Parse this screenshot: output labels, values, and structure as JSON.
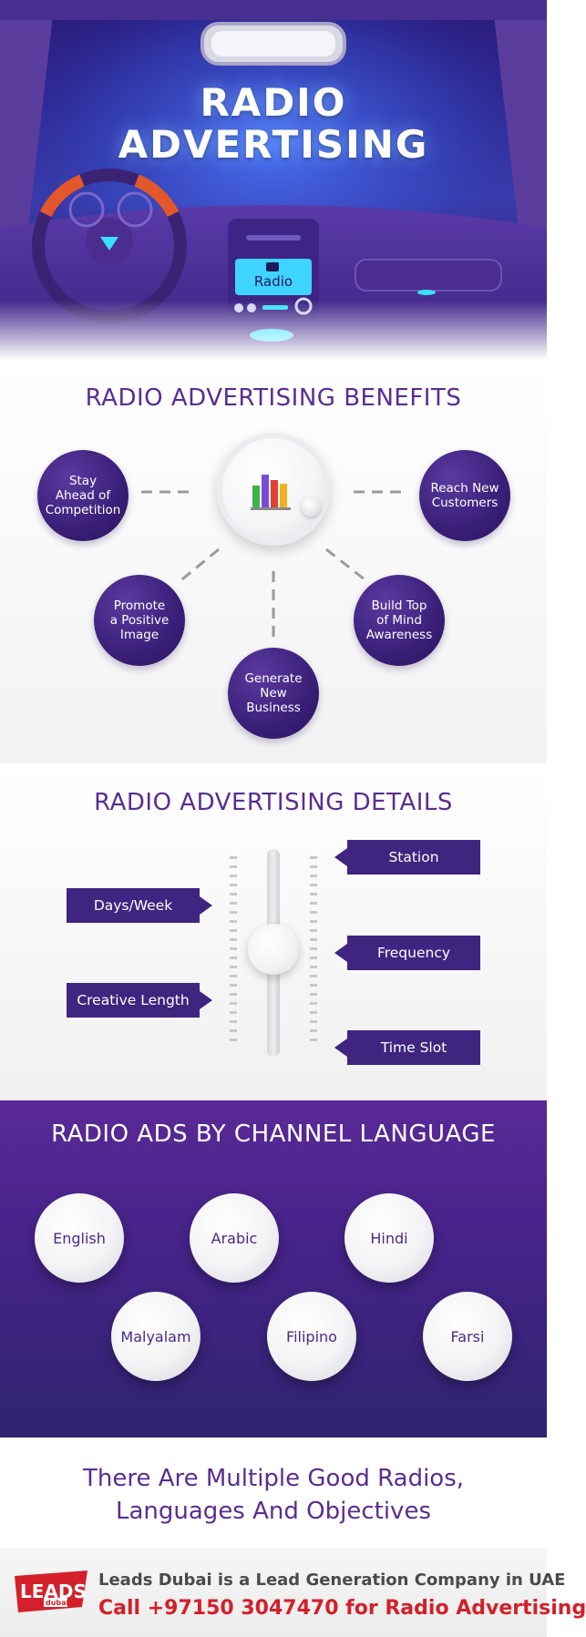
{
  "hero": {
    "title_line1": "RADIO",
    "title_line2": "ADVERTISING",
    "radio_screen_label": "Radio"
  },
  "benefits": {
    "title": "RADIO ADVERTISING BENEFITS",
    "items": [
      "Stay\nAhead of\nCompetition",
      "Reach New\nCustomers",
      "Promote\na Positive\nImage",
      "Build Top\nof Mind\nAwareness",
      "Generate\nNew\nBusiness"
    ]
  },
  "details": {
    "title": "RADIO ADVERTISING DETAILS",
    "left_tags": [
      "Days/Week",
      "Creative Length"
    ],
    "right_tags": [
      "Station",
      "Frequency",
      "Time Slot"
    ]
  },
  "languages": {
    "title": "RADIO ADS BY CHANNEL LANGUAGE",
    "items": [
      "English",
      "Arabic",
      "Hindi",
      "Malyalam",
      "Filipino",
      "Farsi"
    ]
  },
  "tagline": {
    "line1": "There Are Multiple Good Radios,",
    "line2": "Languages And Objectives"
  },
  "footer": {
    "logo_text": "LEADS",
    "logo_small": "dubai",
    "line1": "Leads Dubai is a Lead Generation Company in UAE",
    "line2": "Call +97150 3047470 for Radio Advertising"
  },
  "colors": {
    "brand_purple": "#3f2580",
    "accent_red": "#d3202a",
    "heading_purple": "#5a2d91"
  }
}
